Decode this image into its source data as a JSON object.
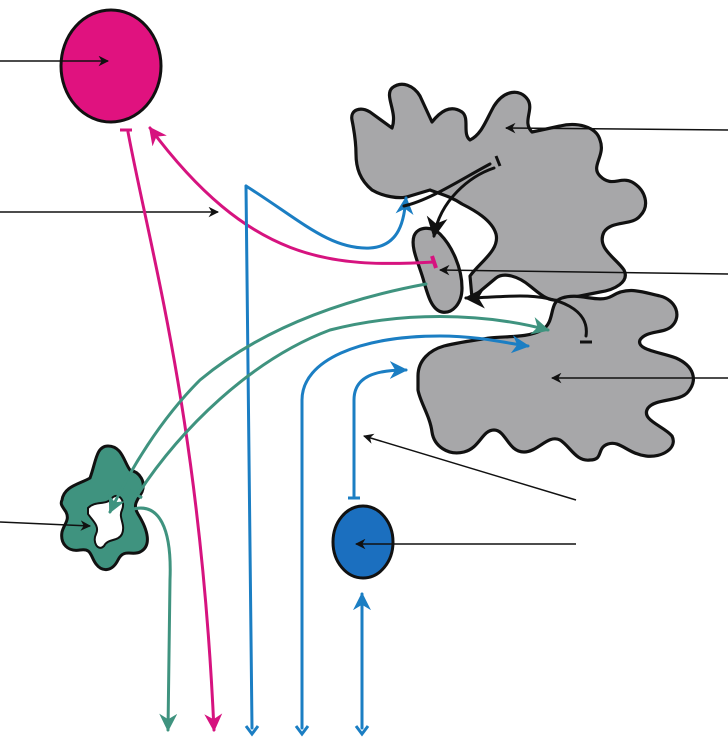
{
  "figure": {
    "description_visible_text": "",
    "colors": {
      "magenta": "#d6137f",
      "blue": "#1b7ec3",
      "green": "#3f937f",
      "gray": "#a7a7a9",
      "outline": "#111111"
    },
    "structures": [
      {
        "name": "magenta-nucleus",
        "shape": "circle",
        "color": "magenta"
      },
      {
        "name": "blue-nucleus",
        "shape": "circle",
        "color": "blue"
      },
      {
        "name": "green-folded-structure",
        "shape": "folded",
        "color": "green"
      },
      {
        "name": "gray-cortex-upper",
        "shape": "folded",
        "color": "gray"
      },
      {
        "name": "gray-cortex-lower",
        "shape": "folded",
        "color": "gray"
      },
      {
        "name": "gray-small-body",
        "shape": "oval",
        "color": "gray"
      }
    ],
    "label_pointer_count": 8
  }
}
